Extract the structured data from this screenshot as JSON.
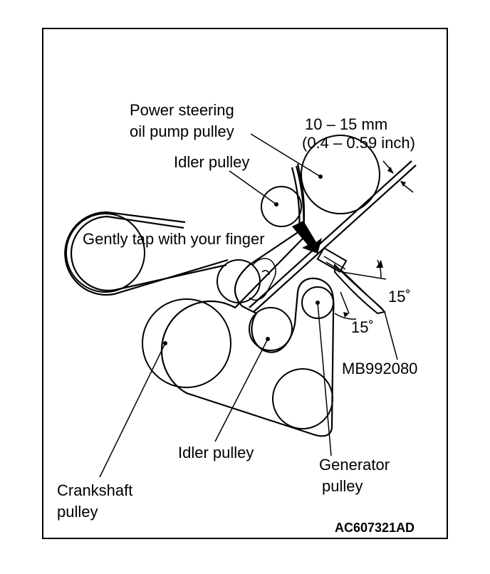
{
  "labels": {
    "ps_pulley_line1": "Power steering",
    "ps_pulley_line2": "oil pump pulley",
    "deflection_line1": "10 – 15 mm",
    "deflection_line2": "(0.4 – 0.59 inch)",
    "idler_top": "Idler pulley",
    "tap": "Gently tap with your finger",
    "angle_upper": "15˚",
    "angle_lower": "15˚",
    "tool": "MB992080",
    "idler_bottom": "Idler pulley",
    "generator_line1": "Generator",
    "generator_line2": "pulley",
    "crankshaft_line1": "Crankshaft",
    "crankshaft_line2": "pulley",
    "figure_code": "AC607321AD"
  }
}
